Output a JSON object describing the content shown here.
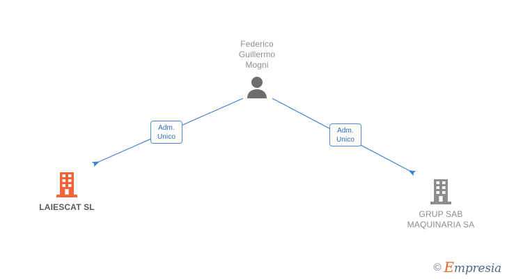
{
  "diagram": {
    "type": "org-relationship-graph",
    "background_color": "#ffffff",
    "person": {
      "name": "Federico\nGuillermo\nMogni",
      "icon": "person-silhouette-icon",
      "icon_color": "#6d6d6d",
      "text_color": "#8d8d8d"
    },
    "companies": [
      {
        "name": "LAIESCAT SL",
        "icon": "building-icon",
        "icon_color": "#f4663a",
        "text_color": "#5a5a5a",
        "highlight": "primary"
      },
      {
        "name": "GRUP SAB\nMAQUINARIA SA",
        "icon": "building-icon",
        "icon_color": "#8d8d8d",
        "text_color": "#8d8d8d",
        "highlight": "secondary"
      }
    ],
    "relations": [
      {
        "label": "Adm.\nUnico",
        "from": "Federico Guillermo Mogni",
        "to": "LAIESCAT SL",
        "edge_color": "#3f7fd0"
      },
      {
        "label": "Adm.\nUnico",
        "from": "Federico Guillermo Mogni",
        "to": "GRUP SAB MAQUINARIA SA",
        "edge_color": "#3f7fd0"
      }
    ],
    "edge_color": "#3f7fd0",
    "label_border_color": "#4a8fd4",
    "label_text_color": "#2b6cb8"
  },
  "watermark": {
    "copyright": "©",
    "brand_first": "E",
    "brand_rest": "mpresia",
    "brand_first_color": "#e8622a",
    "brand_rest_color": "#58677a"
  }
}
